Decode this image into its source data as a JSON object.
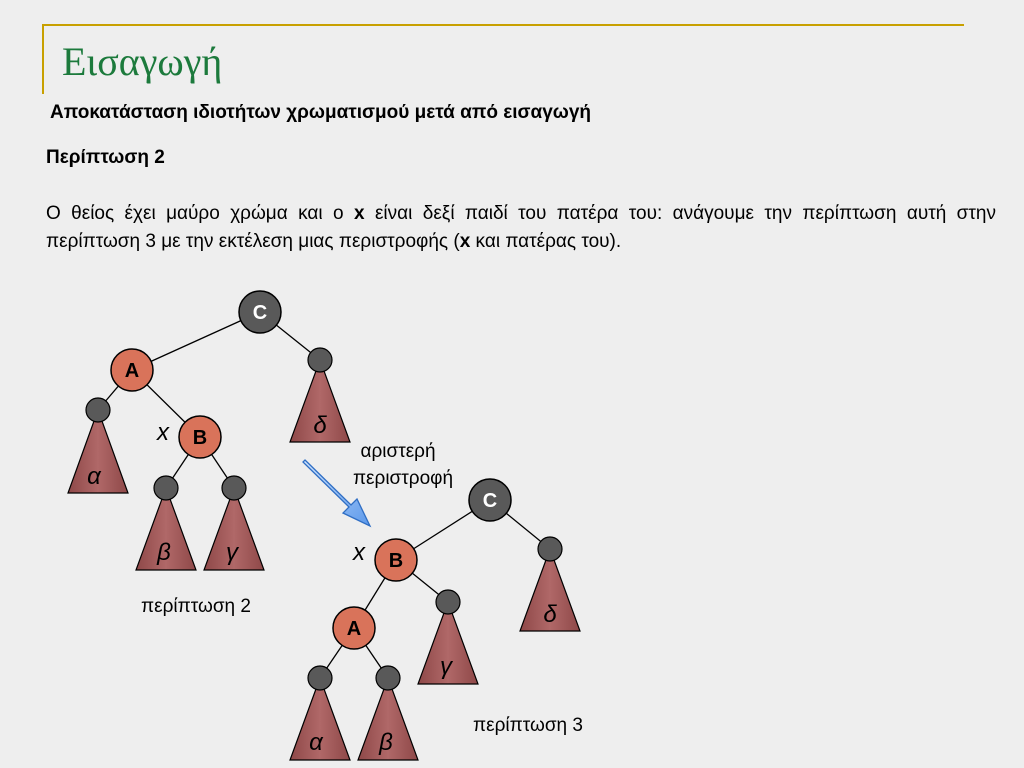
{
  "slide": {
    "title": "Εισαγωγή",
    "subtitle": "Αποκατάσταση ιδιοτήτων χρωματισμού μετά από εισαγωγή",
    "case_heading": "Περίπτωση 2",
    "paragraph": {
      "part1": "Ο θείος έχει μαύρο χρώμα και ο ",
      "x1": "x",
      "part2": " είναι δεξί παιδί του πατέρα του: ανάγουμε την περίπτωση αυτή στην περίπτωση 3 με την εκτέλεση μιας περιστροφής (",
      "x2": "x",
      "part3": " και πατέρας του)."
    }
  },
  "colors": {
    "red_node": "#d9735a",
    "black_node": "#595959",
    "subtree": "#a05a5a",
    "arrow": "#7ab0ee",
    "title_green": "#1c7a3c",
    "accent_line": "#c8a000"
  },
  "diagram": {
    "tree_before": {
      "caption": "περίπτωση 2",
      "nodes": {
        "c": "C",
        "a": "A",
        "b": "B"
      },
      "x_marker": "x",
      "subtrees": {
        "alpha": "α",
        "beta": "β",
        "gamma": "γ",
        "delta": "δ"
      }
    },
    "rotation_label": {
      "line1": "αριστερή",
      "line2": "περιστροφή"
    },
    "tree_after": {
      "caption": "περίπτωση 3",
      "nodes": {
        "c": "C",
        "b": "B",
        "a": "A"
      },
      "x_marker": "x",
      "subtrees": {
        "alpha": "α",
        "beta": "β",
        "gamma": "γ",
        "delta": "δ"
      }
    }
  }
}
